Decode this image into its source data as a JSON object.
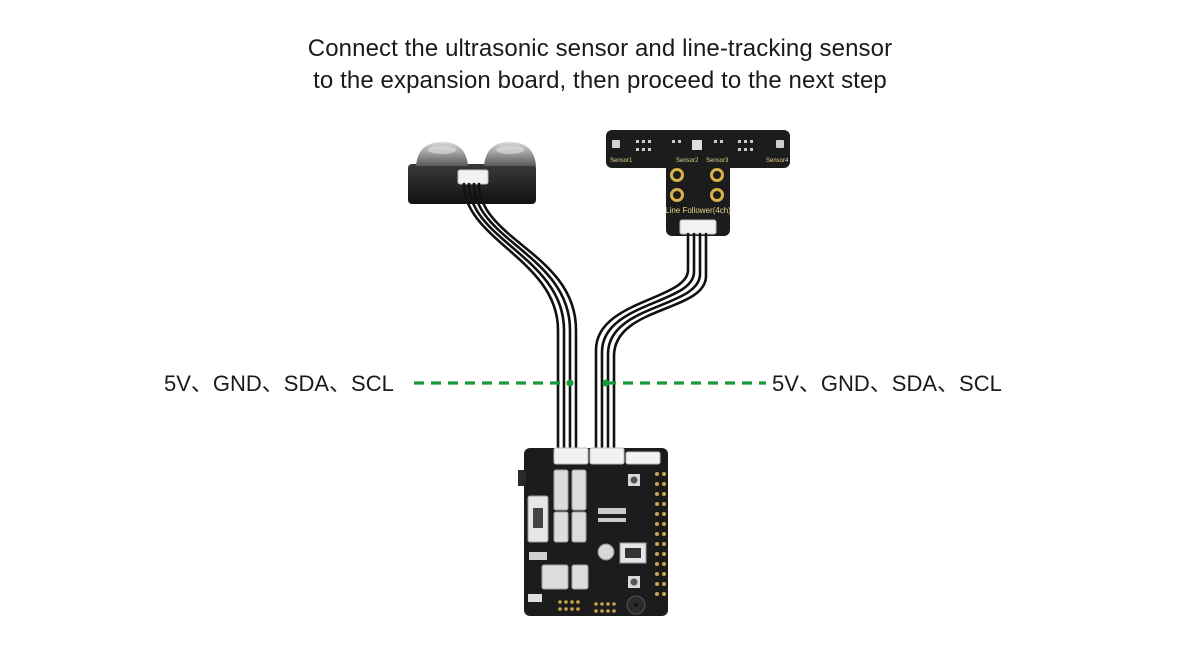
{
  "title": {
    "line1": "Connect the ultrasonic sensor and line-tracking sensor",
    "line2": "to the expansion board, then proceed to the next step"
  },
  "pins": {
    "left": "5V、GND、SDA、SCL",
    "right": "5V、GND、SDA、SCL"
  },
  "line_follower": {
    "label": "Line Follower(4ch)",
    "sensor1": "Sensor1",
    "sensor2": "Sensor2",
    "sensor3": "Sensor3",
    "sensor4": "Sensor4"
  },
  "colors": {
    "guide_line": "#1a9a3a",
    "pcb": "#1c1c1c",
    "cable": "#111111",
    "silkscreen": "#e8d48a"
  }
}
